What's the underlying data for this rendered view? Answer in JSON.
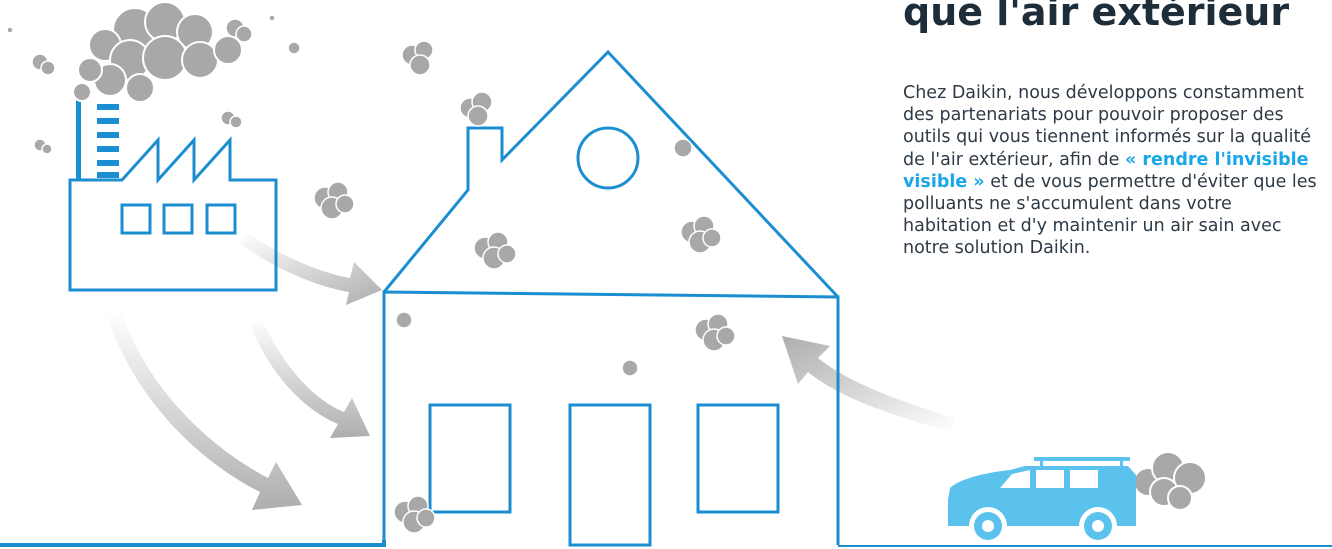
{
  "title": "que l'air extérieur",
  "paragraph": {
    "before": "Chez Daikin, nous développons constamment des partenariats pour pouvoir proposer des outils qui vous tiennent informés sur la qualité de l'air extérieur, afin de ",
    "highlight": "« rendre l'invisible visible »",
    "after": " et de vous permettre d'éviter que les polluants ne s'accumulent dans votre habitation et d'y maintenir un air sain avec notre solution Daikin."
  },
  "colors": {
    "line_blue": "#1b8ed1",
    "car_blue": "#5bc2ee",
    "pollution_gray": "#a8a8a8",
    "arrow_gray": "#aeaeae",
    "highlight": "#1aa7e8",
    "title": "#1e2d3a"
  }
}
